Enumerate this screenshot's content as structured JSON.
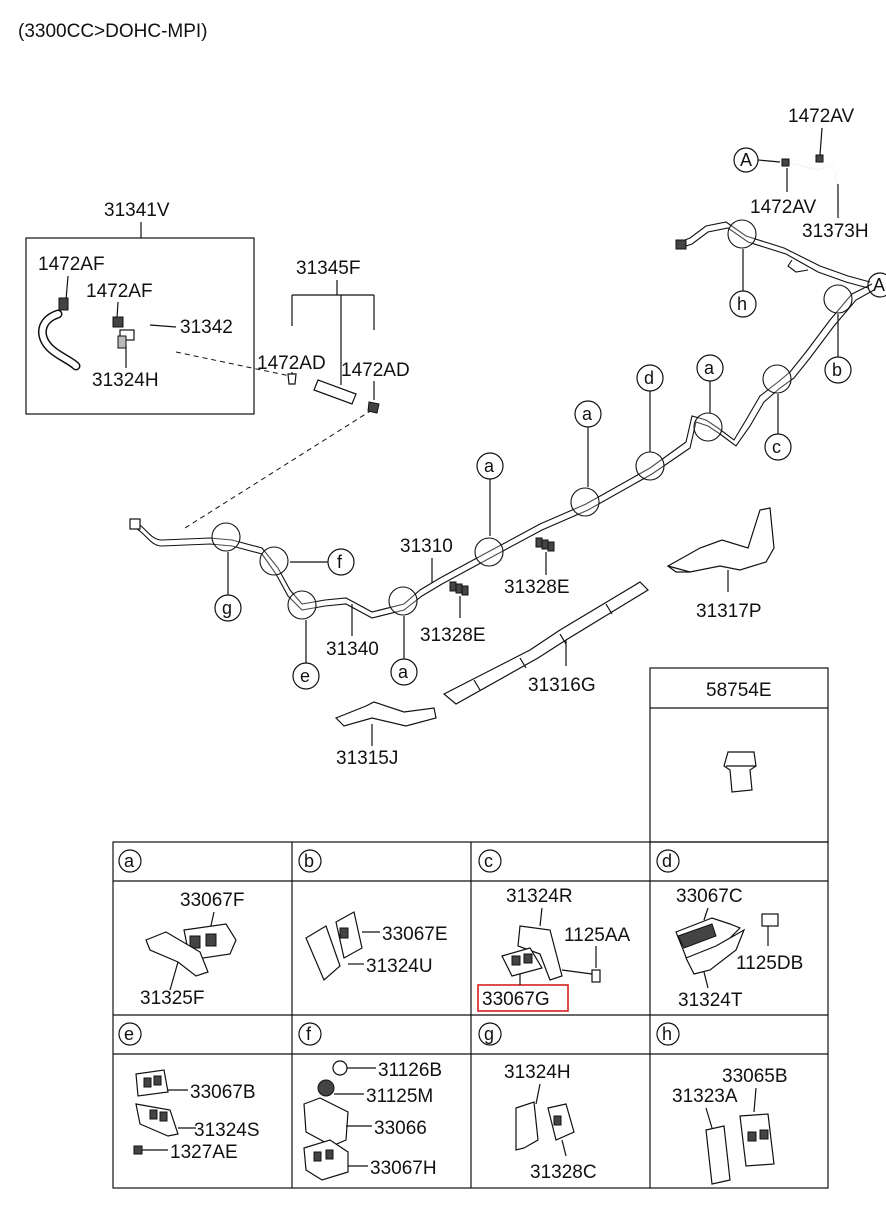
{
  "header": {
    "engine_spec": "(3300CC>DOHC-MPI)"
  },
  "parts": {
    "p31341V": "31341V",
    "p1472AF_1": "1472AF",
    "p1472AF_2": "1472AF",
    "p31342": "31342",
    "p31324H_kit": "31324H",
    "p31345F": "31345F",
    "p1472AD_1": "1472AD",
    "p1472AD_2": "1472AD",
    "p1472AV_1": "1472AV",
    "p1472AV_2": "1472AV",
    "p31373H": "31373H",
    "p31310": "31310",
    "p31340": "31340",
    "p31328E_1": "31328E",
    "p31328E_2": "31328E",
    "p31317P": "31317P",
    "p31316G": "31316G",
    "p31315J": "31315J",
    "p58754E": "58754E"
  },
  "callouts": {
    "A_top": "A",
    "A_right": "A",
    "a1": "a",
    "a2": "a",
    "a3": "a",
    "a4": "a",
    "b": "b",
    "c": "c",
    "d": "d",
    "e": "e",
    "f": "f",
    "g": "g",
    "h": "h"
  },
  "detail_table": {
    "cells": [
      {
        "letter": "a",
        "labels": [
          "33067F",
          "31325F"
        ]
      },
      {
        "letter": "b",
        "labels": [
          "33067E",
          "31324U"
        ]
      },
      {
        "letter": "c",
        "labels": [
          "31324R",
          "1125AA",
          "33067G"
        ],
        "highlighted": "33067G",
        "highlight_color": "#d62020"
      },
      {
        "letter": "d",
        "labels": [
          "33067C",
          "1125DB",
          "31324T"
        ]
      },
      {
        "letter": "e",
        "labels": [
          "33067B",
          "31324S",
          "1327AE"
        ]
      },
      {
        "letter": "f",
        "labels": [
          "31126B",
          "31125M",
          "33066",
          "33067H"
        ]
      },
      {
        "letter": "g",
        "labels": [
          "31324H",
          "31328C"
        ]
      },
      {
        "letter": "h",
        "labels": [
          "33065B",
          "31323A"
        ]
      }
    ]
  }
}
